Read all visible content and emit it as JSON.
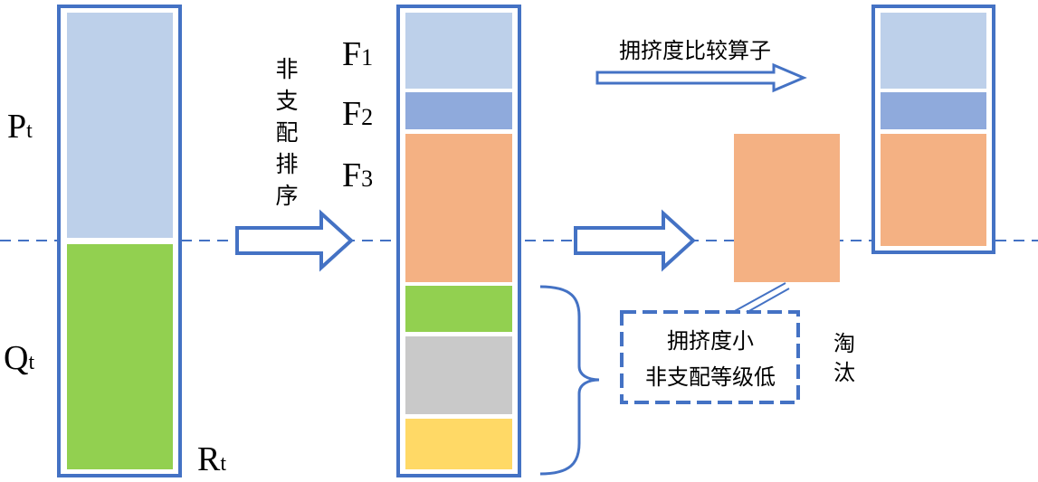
{
  "labels": {
    "p_main": "P",
    "p_sub": "t",
    "q_main": "Q",
    "q_sub": "t",
    "r_main": "R",
    "r_sub": "t",
    "f1_main": "F",
    "f1_sub": "1",
    "f2_main": "F",
    "f2_sub": "2",
    "f3_main": "F",
    "f3_sub": "3"
  },
  "arrows": {
    "sort_label": [
      "非",
      "支",
      "配",
      "排",
      "序"
    ],
    "crowding_label": "拥挤度比较算子"
  },
  "criteria_box": {
    "line1": "拥挤度小",
    "line2": "非支配等级低"
  },
  "eliminated_label": [
    "淘",
    "汰"
  ],
  "colors": {
    "border": "#4472C4",
    "parent": "#BDD0EA",
    "offspring": "#92D050",
    "front1": "#BDD0EA",
    "front2": "#8FAADC",
    "front3": "#F4B183",
    "rank4": "#92D050",
    "rank5": "#C9C9C9",
    "rank6": "#FFD966"
  }
}
